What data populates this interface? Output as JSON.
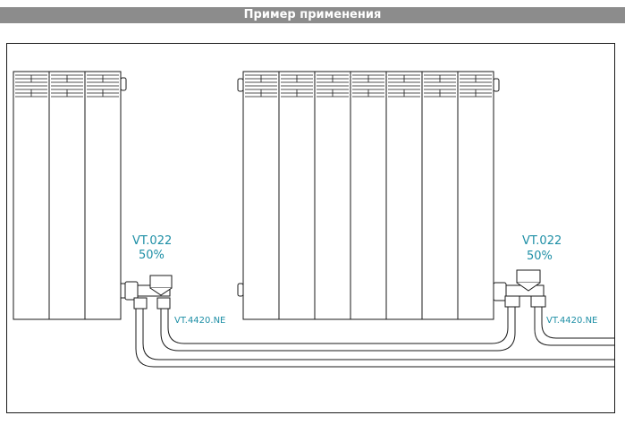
{
  "header": {
    "title": "Пример применения"
  },
  "colors": {
    "header_bg": "#8c8c8c",
    "label": "#1e8fa6",
    "line": "#1a1a1a"
  },
  "left_radiator": {
    "sections": 3
  },
  "right_radiator": {
    "sections": 7
  },
  "valve_left": {
    "code": "VT.022",
    "setting": "50%"
  },
  "valve_right": {
    "code": "VT.022",
    "setting": "50%"
  },
  "fitting_left": {
    "code": "VT.4420.NE"
  },
  "fitting_right": {
    "code": "VT.4420.NE"
  }
}
